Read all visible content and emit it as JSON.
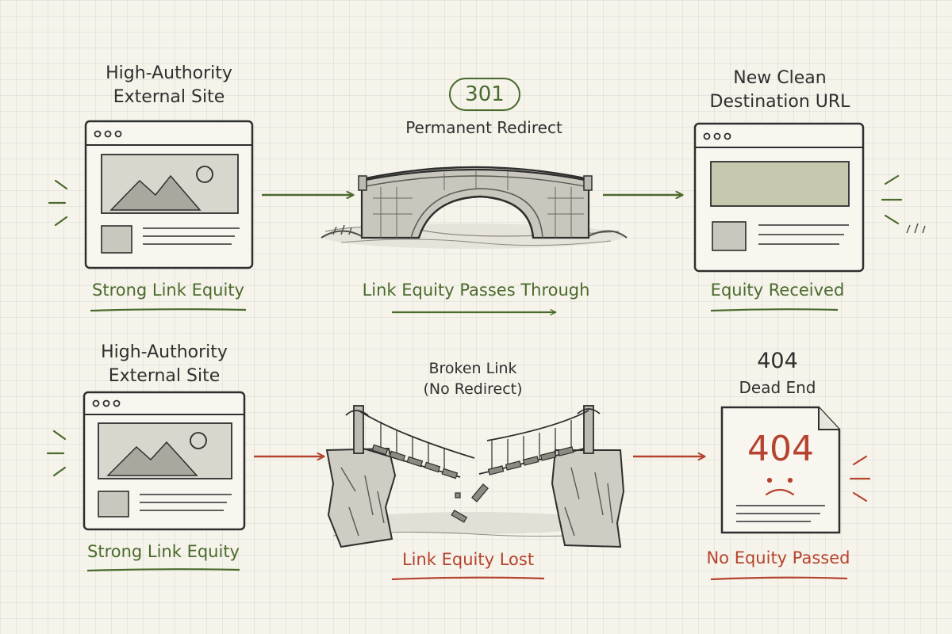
{
  "colors": {
    "green": "#4a6a2c",
    "red": "#b5432e",
    "ink": "#2e2e2e",
    "paper": "#f6f3ea"
  },
  "top_row": {
    "source_title": "High-Authority External Site",
    "source_caption": "Strong Link Equity",
    "redirect_code": "301",
    "redirect_label": "Permanent Redirect",
    "bridge_caption": "Link Equity Passes Through",
    "dest_title": "New Clean Destination URL",
    "dest_caption": "Equity Received"
  },
  "bottom_row": {
    "source_title": "High-Authority External Site",
    "source_caption": "Strong Link Equity",
    "broken_label": "Broken Link (No Redirect)",
    "bridge_caption": "Link Equity Lost",
    "dead_code": "404",
    "dead_label": "Dead End",
    "page_code": "404",
    "dead_caption": "No Equity Passed"
  },
  "icons": [
    "browser-window-icon",
    "stone-bridge-icon",
    "broken-rope-bridge-icon",
    "error-page-icon",
    "sad-face-icon",
    "arrow-icon",
    "motion-lines-icon"
  ]
}
